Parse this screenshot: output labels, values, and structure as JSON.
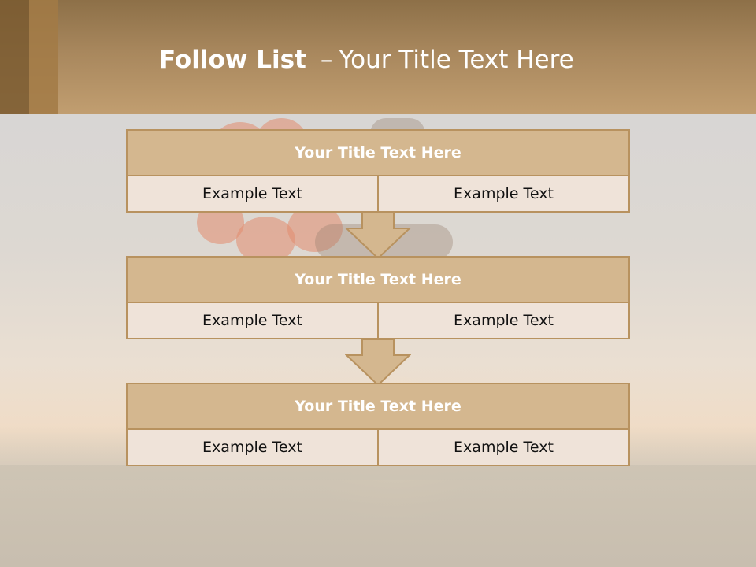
{
  "header": {
    "title_bold": "Follow List",
    "title_dash": "–",
    "title_rest": "Your Title Text Here"
  },
  "flow": [
    {
      "title": "Your Title Text Here",
      "left": "Example Text",
      "right": "Example Text"
    },
    {
      "title": "Your Title Text Here",
      "left": "Example Text",
      "right": "Example Text"
    },
    {
      "title": "Your Title Text Here",
      "left": "Example Text",
      "right": "Example Text"
    }
  ],
  "colors": {
    "header": "#a8875d",
    "box_border": "#b8925f",
    "box_title_fill": "#d4b78f",
    "cell_fill": "#efe3d9",
    "arrow_fill": "#d4b78f"
  }
}
